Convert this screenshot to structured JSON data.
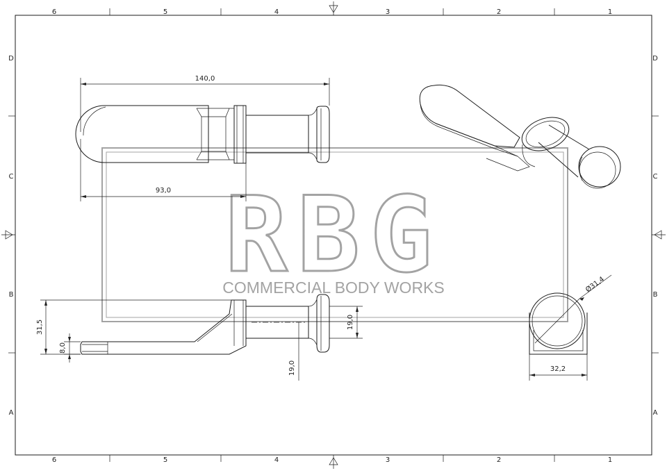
{
  "sheet": {
    "columns_top": [
      "6",
      "5",
      "4",
      "3",
      "2",
      "1"
    ],
    "columns_bottom": [
      "6",
      "5",
      "4",
      "3",
      "2",
      "1"
    ],
    "rows_left": [
      "D",
      "C",
      "B",
      "A"
    ],
    "rows_right": [
      "D",
      "C",
      "B",
      "A"
    ]
  },
  "watermark": {
    "logo_letters": "RBG",
    "tagline": "COMMERCIAL BODY WORKS",
    "color": "#9a9a9a"
  },
  "dimensions": {
    "overall_length": "140,0",
    "slot_length": "93,0",
    "side_height": "31,5",
    "plate_thickness": "8,0",
    "head_height": "19,0",
    "pin_height": "19,0",
    "head_diameter": "Ø31,4",
    "head_width": "32,2"
  }
}
